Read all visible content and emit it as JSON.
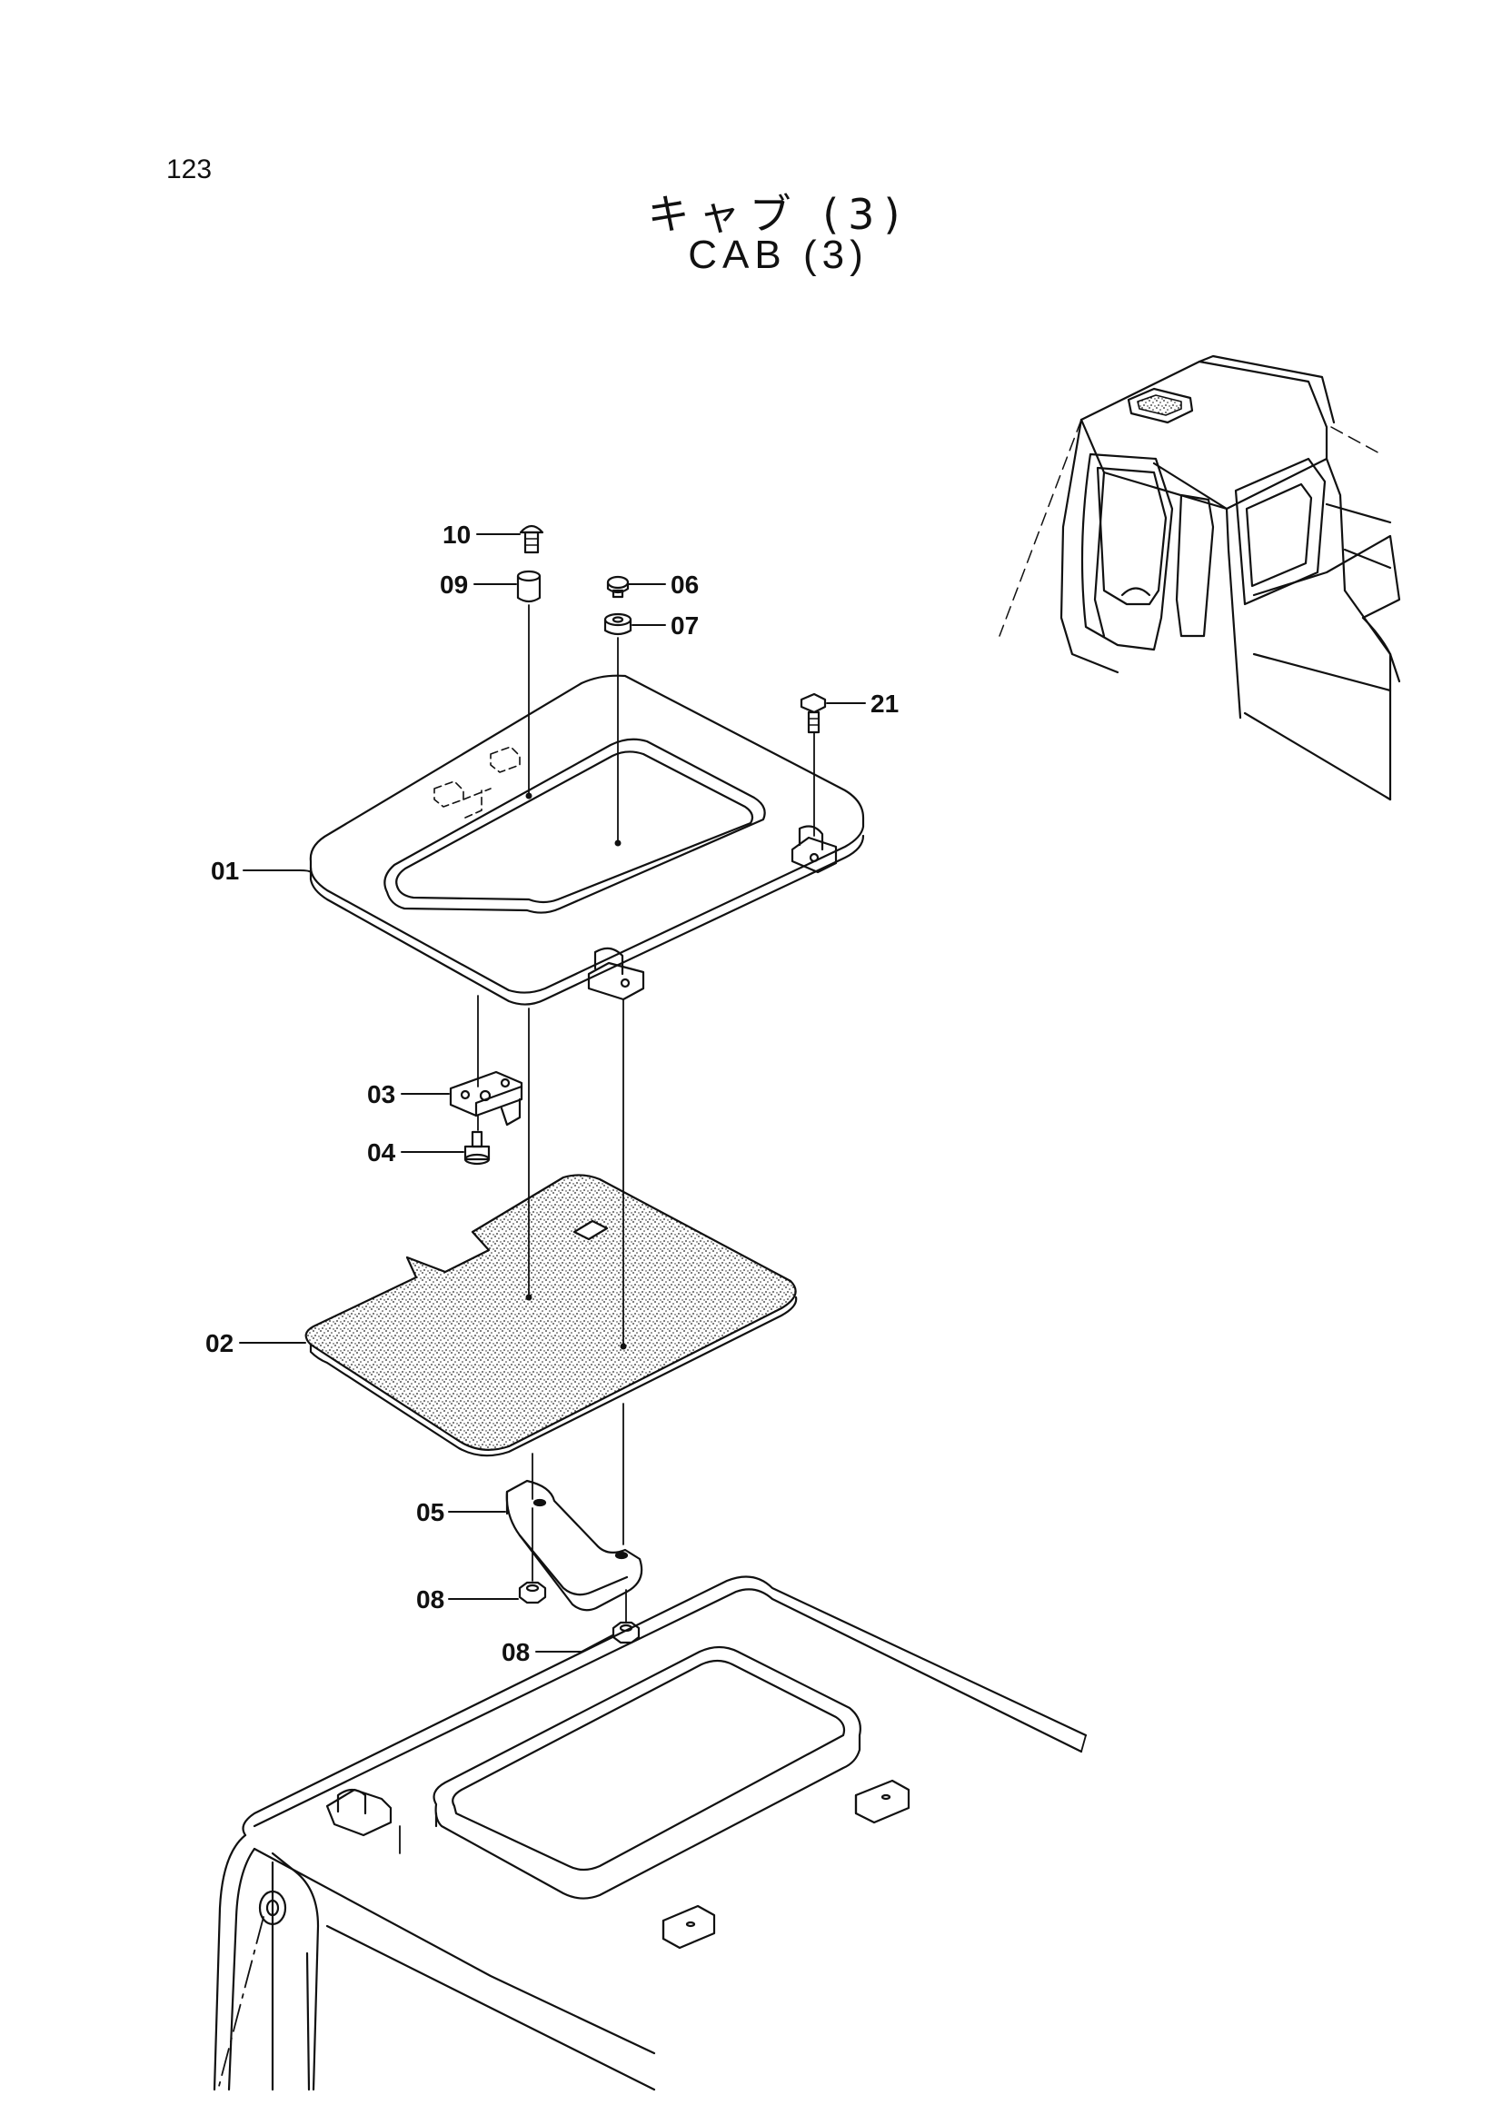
{
  "page_number": "123",
  "title_jp": "キャブ (3)",
  "title_en": "CAB (3)",
  "callouts": {
    "p10": "10",
    "p09": "09",
    "p06": "06",
    "p07": "07",
    "p21": "21",
    "p01": "01",
    "p03": "03",
    "p04": "04",
    "p02": "02",
    "p05": "05",
    "p08a": "08",
    "p08b": "08"
  }
}
